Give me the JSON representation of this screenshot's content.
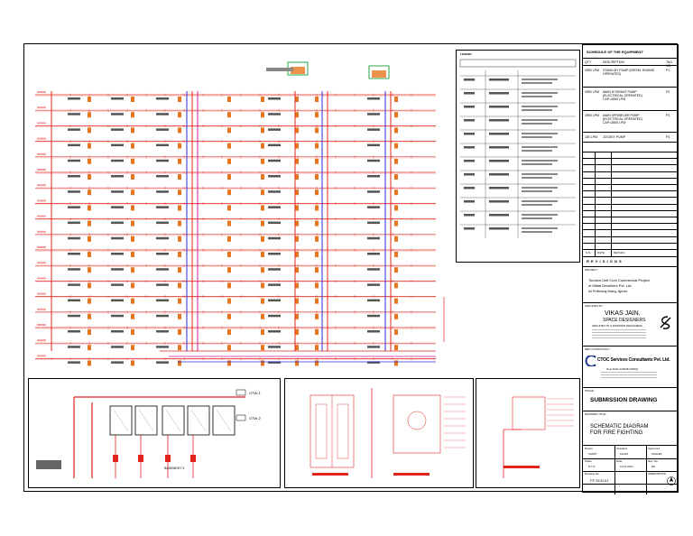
{
  "legend": {
    "title": "LEGEND"
  },
  "schedule": {
    "title": "SCHEDULE OF THE EQUIPMENT",
    "head_qty": "QTY",
    "head_desc": "DESCRIPTION",
    "head_tag": "TAG NO.",
    "rows": [
      {
        "qty": "2850 LPM",
        "desc": "STAND-BY PUMP (DIESEL ENGINE OPERATED)",
        "tag": "P1"
      },
      {
        "qty": "2850 LPM",
        "desc": "MAIN HYDRANT PUMP (ELECTRICAL OPERATED) CAP=2850 LPM",
        "tag": "P2"
      },
      {
        "qty": "2850 LPM",
        "desc": "MAIN SPRINKLER PUMP (ELECTRICAL OPERATED) CAP=2850 LPM",
        "tag": "P3"
      },
      {
        "qty": "180 LPM",
        "desc": "JOCKEY PUMP",
        "tag": "P4"
      }
    ]
  },
  "revisions": {
    "head_sn": "S.N.",
    "head_date": "DATE",
    "head_details": "DETAILS",
    "title": "R E V I S I O N S"
  },
  "project": {
    "label": "PROJECT :",
    "line1": "Tourism Unit Cum Commercial Project",
    "line2": "of Mittal Dewellers Pvt. Ltd.",
    "line3": "At Prithviraj Marg, Ajmer."
  },
  "architects": {
    "label": "ARCHITECTS :",
    "name": "VIKAS JAIN.",
    "firm": "SPACE DESIGNERS",
    "sub": "ARCHITECTS & INTERIOR DESIGNERS"
  },
  "consultant": {
    "label": "MEP CONSULTANT :",
    "name": "CTOC Services Consultants Pvt. Ltd.",
    "city": "New Delhi-110048 (INDIA)"
  },
  "stage": {
    "label": "STAGE :",
    "value": "SUBMISSION DRAWING"
  },
  "drawing": {
    "label": "DRAWING TITLE :",
    "line1": "SCHEMATIC DIAGRAM",
    "line2": "FOR FIRE FIGHTING"
  },
  "meta": {
    "drawn_label": "Drawn",
    "drawn": "SUMIT",
    "checked_label": "Checked",
    "checked": "FAYAZ",
    "approved_label": "Approved",
    "approved": "SUDHIR",
    "scale_label": "Scale",
    "scale": "N.T.S.",
    "date_label": "Date",
    "date": "11.07.2017",
    "rev_label": "Rev. No.",
    "rev": "R0",
    "dwg_label": "Drawing No.",
    "dwg": "FF-SCH-01",
    "orientation_label": "ORIENTATION"
  },
  "schematic": {
    "basement_label": "BASEMENT 3",
    "otw_label": "OTW-1",
    "otw2_label": "OTW-2"
  },
  "colors": {
    "pipe_red": "#e0241c",
    "pipe_blue": "#2b2bd8",
    "pipe_magenta": "#d81b9a",
    "equipment_orange": "#e8761e",
    "tank_green": "#2aa84a"
  }
}
